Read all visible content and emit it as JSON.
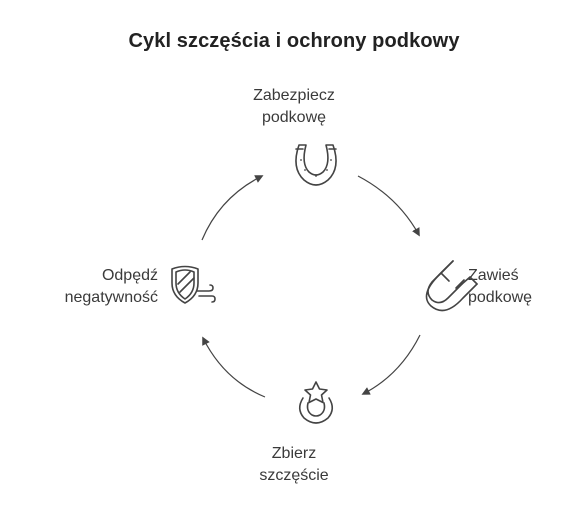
{
  "title": "Cykl szczęścia i ochrony podkowy",
  "steps": [
    {
      "lines": [
        "Zabezpiecz",
        "podkowę"
      ],
      "icon": "horseshoe-icon"
    },
    {
      "lines": [
        "Zawieś",
        "podkowę"
      ],
      "icon": "magnet-icon"
    },
    {
      "lines": [
        "Zbierz",
        "szczęście"
      ],
      "icon": "star-ring-icon"
    },
    {
      "lines": [
        "Odpędź",
        "negatywność"
      ],
      "icon": "shield-wind-icon"
    }
  ],
  "colors": {
    "stroke": "#444444",
    "text": "#3a3a3a",
    "title": "#222222"
  }
}
